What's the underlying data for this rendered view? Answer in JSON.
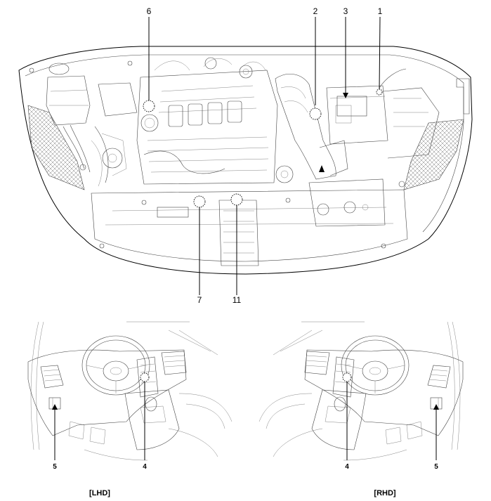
{
  "engine_callouts": [
    {
      "id": "callout-1",
      "label": "1"
    },
    {
      "id": "callout-2",
      "label": "2"
    },
    {
      "id": "callout-3",
      "label": "3"
    },
    {
      "id": "callout-6",
      "label": "6"
    },
    {
      "id": "callout-7",
      "label": "7"
    },
    {
      "id": "callout-11",
      "label": "11"
    }
  ],
  "lhd": {
    "caption": "[LHD]",
    "callouts": [
      {
        "id": "lhd-callout-5",
        "label": "5"
      },
      {
        "id": "lhd-callout-4",
        "label": "4"
      }
    ]
  },
  "rhd": {
    "caption": "[RHD]",
    "callouts": [
      {
        "id": "rhd-callout-4",
        "label": "4"
      },
      {
        "id": "rhd-callout-5",
        "label": "5"
      }
    ]
  }
}
